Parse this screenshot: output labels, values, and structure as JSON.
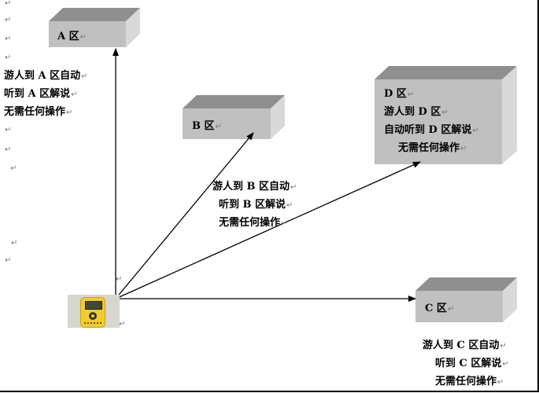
{
  "zones": {
    "a": {
      "label": "A 区",
      "desc": [
        "游人到 A 区自动",
        "听到 A 区解说",
        "无需任何操作"
      ]
    },
    "b": {
      "label": "B 区",
      "desc": [
        "游人到 B 区自动",
        "听到 B 区解说",
        "无需任何操作"
      ]
    },
    "c": {
      "label": "C 区",
      "desc": [
        "游人到 C 区自动",
        "听到 C 区解说",
        "无需任何操作"
      ]
    },
    "d": {
      "label": "D 区",
      "desc": [
        "游人到 D 区",
        "自动听到 D 区解说",
        "无需任何操作"
      ]
    }
  },
  "paragraph_mark": "↵",
  "colors": {
    "box_front": "#c0c0c0",
    "box_top": "#8f8f8f",
    "box_side": "#d9d9d9",
    "device": "#f2cc2a"
  }
}
